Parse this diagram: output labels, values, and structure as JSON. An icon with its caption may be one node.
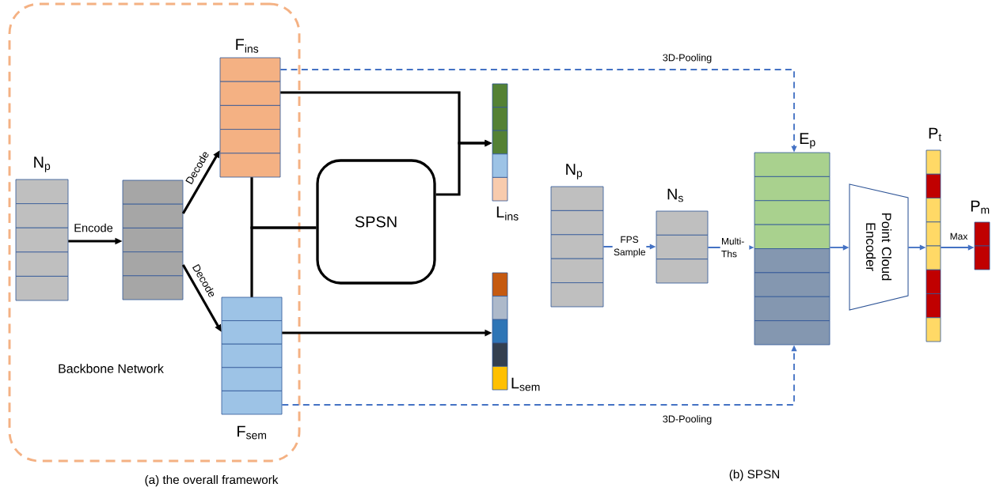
{
  "diagram": {
    "nodes": [
      {
        "text": [
          "Backbone Network"
        ]
      },
      {
        "text": [
          "N$_{p}$"
        ],
        "in": 0
      },
      {
        "text": [],
        "shape": "box",
        "in": 0
      },
      {
        "text": [
          "F$_{ins}$"
        ],
        "in": 0
      },
      {
        "text": [
          "F$_{sem}$"
        ],
        "in": 0
      },
      {
        "text": [
          "SPSN"
        ]
      },
      {
        "text": [
          "L$_{ins}$"
        ]
      },
      {
        "text": [
          "L$_{sem}$"
        ]
      },
      {
        "text": [
          "N$_{p}$"
        ]
      },
      {
        "text": [
          "N$_{s}$"
        ]
      },
      {
        "text": [
          "E$_{p}$"
        ]
      },
      {
        "text": [
          "Point Cloud Encoder"
        ]
      },
      {
        "text": [
          "P$_{t}$"
        ]
      },
      {
        "text": [
          "P$_{m}$"
        ]
      }
    ],
    "edges": [
      {
        "from": 1,
        "to": 2,
        "arrow": "to",
        "label": "Encode"
      },
      {
        "from": 2,
        "to": 3,
        "arrow": "to",
        "label": "Decode"
      },
      {
        "from": 2,
        "to": 4,
        "arrow": "to",
        "label": "Decode"
      },
      {
        "from": 3,
        "to": 6,
        "arrow": "to"
      },
      {
        "from": 5,
        "to": 6,
        "arrow": "to"
      },
      {
        "from": 3,
        "to": 5,
        "arrow": "none"
      },
      {
        "from": 4,
        "to": 5,
        "arrow": "none"
      },
      {
        "from": 4,
        "to": 7,
        "arrow": "to"
      },
      {
        "from": 3,
        "to": 10,
        "arrow": "to",
        "label": "3D-Pooling",
        "style": "dashed",
        "color": "#4472c4"
      },
      {
        "from": 4,
        "to": 10,
        "arrow": "to",
        "label": "3D-Pooling",
        "style": "dashed",
        "color": "#4472c4"
      },
      {
        "from": 8,
        "to": 9,
        "arrow": "to",
        "label": "FPS Sample",
        "color": "#4472c4"
      },
      {
        "from": 9,
        "to": 10,
        "arrow": "to",
        "label": "Multi-Ths",
        "color": "#4472c4"
      },
      {
        "from": 10,
        "to": 11,
        "arrow": "to",
        "color": "#4472c4"
      },
      {
        "from": 11,
        "to": 12,
        "arrow": "to",
        "color": "#4472c4"
      },
      {
        "from": 12,
        "to": 13,
        "arrow": "to",
        "label": "Max",
        "color": "#4472c4"
      }
    ],
    "labels": [
      "(a) the overall framework",
      "(b) SPSN"
    ]
  }
}
